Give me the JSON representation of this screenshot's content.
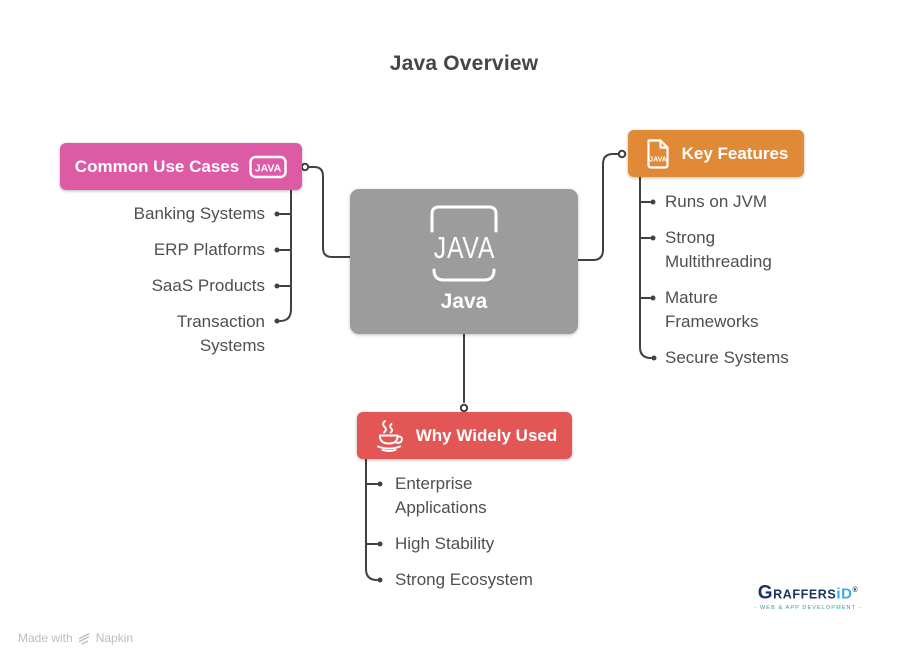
{
  "title": "Java Overview",
  "center": {
    "label": "Java",
    "logo_text": "JAVA"
  },
  "branches": [
    {
      "label": "Common Use Cases",
      "icon": "java-badge-icon",
      "color": "#DC5BA4",
      "items": [
        "Banking Systems",
        "ERP Platforms",
        "SaaS Products",
        "Transaction Systems"
      ]
    },
    {
      "label": "Key Features",
      "icon": "java-file-icon",
      "color": "#E08A38",
      "items": [
        "Runs on JVM",
        "Strong Multithreading",
        "Mature Frameworks",
        "Secure Systems"
      ]
    },
    {
      "label": "Why Widely Used",
      "icon": "coffee-cup-icon",
      "color": "#E35656",
      "items": [
        "Enterprise Applications",
        "High Stability",
        "Strong Ecosystem"
      ]
    }
  ],
  "icons": {
    "java_badge_text": "JAVA",
    "java_file_text": "JAVA"
  },
  "footer": {
    "made_with": "Made with",
    "napkin": "Napkin"
  },
  "brand": {
    "g": "G",
    "rest": "RAFFERS",
    "accent": "iD",
    "reg": "®",
    "tagline": "- WEB & APP DEVELOPMENT -"
  },
  "colors": {
    "pink": "#DC5BA4",
    "orange": "#E08A38",
    "red": "#E35656",
    "gray": "#9C9C9C",
    "line": "#414141",
    "text": "#4F4F4F"
  }
}
